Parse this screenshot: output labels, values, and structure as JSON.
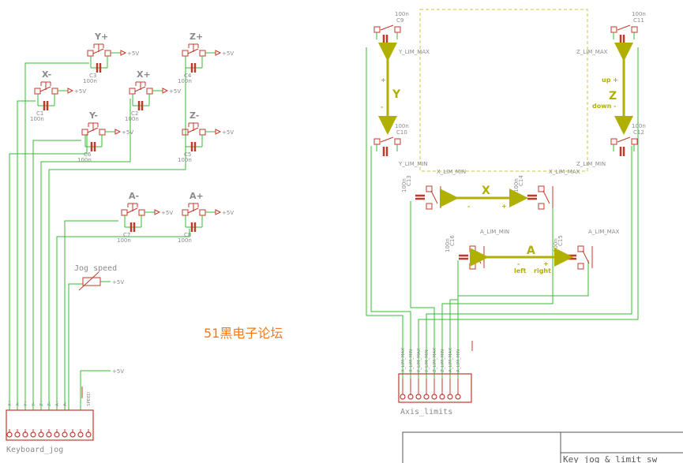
{
  "watermark": "51黑电子论坛",
  "keyboard": {
    "connector_label": "Keyboard_jog",
    "pins": [
      "X+",
      "X-",
      "Y+",
      "Y-",
      "Z+",
      "Z-",
      "A+",
      "A-",
      "",
      "",
      "SPEED"
    ],
    "jog_label": "Jog speed",
    "supply": "+5V"
  },
  "switches": [
    {
      "label": "Y+",
      "cap": "C3",
      "value": "100n"
    },
    {
      "label": "Z+",
      "cap": "C4",
      "value": "100n"
    },
    {
      "label": "X-",
      "cap": "C1",
      "value": "100n"
    },
    {
      "label": "X+",
      "cap": "C2",
      "value": "100n"
    },
    {
      "label": "Y-",
      "cap": "C6",
      "value": "100n"
    },
    {
      "label": "Z-",
      "cap": "C5",
      "value": "100n"
    },
    {
      "label": "A-",
      "cap": "C7",
      "value": "100n"
    },
    {
      "label": "A+",
      "cap": "C8",
      "value": "100n"
    }
  ],
  "limits": {
    "connector_label": "Axis_limits",
    "pins": [
      "X_LIM_MAX",
      "X_LIM_MIN",
      "Y_LIM_MAX",
      "Y_LIM_MIN",
      "Z_LIM_MAX",
      "Z_LIM_MIN",
      "A_LIM_MAX",
      "A_LIM_MIN"
    ],
    "switches": [
      {
        "label": "Y_LIM_MAX",
        "cap": "C9",
        "value": "100n"
      },
      {
        "label": "Z_LIM_MAX",
        "cap": "C11",
        "value": "100n"
      },
      {
        "label": "Y_LIM_MIN",
        "cap": "C10",
        "value": "100n"
      },
      {
        "label": "Z_LIM_MIN",
        "cap": "C12",
        "value": "100n"
      },
      {
        "label": "X_LIM_MIN",
        "cap": "C13",
        "value": "100n"
      },
      {
        "label": "X_LIM_MAX",
        "cap": "C14",
        "value": "100n"
      },
      {
        "label": "A_LIM_MIN",
        "cap": "C16",
        "value": "100n"
      },
      {
        "label": "A_LIM_MAX",
        "cap": "C15",
        "value": "100n"
      }
    ],
    "axis_y": {
      "name": "Y",
      "plus": "+",
      "minus": "-"
    },
    "axis_z": {
      "name": "Z",
      "up": "up +",
      "down": "down -"
    },
    "axis_x": {
      "name": "X",
      "minus": "-",
      "plus": "+"
    },
    "axis_a": {
      "name": "A",
      "minus": "-",
      "plus": "+",
      "left": "left",
      "right": "right"
    }
  },
  "title_block": {
    "title": "Key jog & limit sw"
  },
  "colors": {
    "net": "#33bb33",
    "symbol": "#c0392b",
    "text": "#8a8a8a",
    "annotation": "#b0b000",
    "watermark": "#f07a1e"
  }
}
